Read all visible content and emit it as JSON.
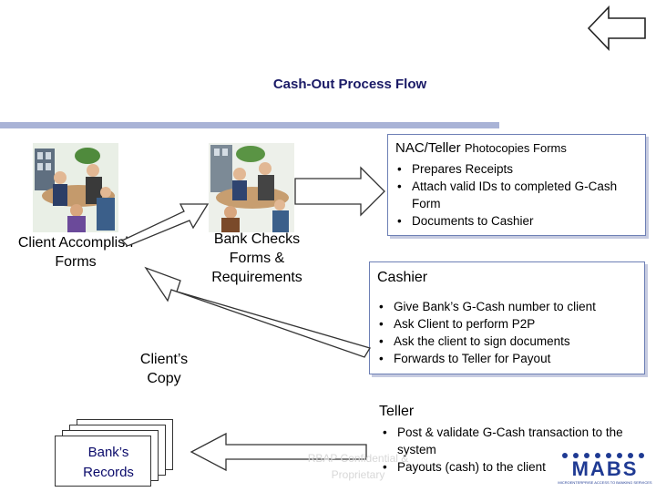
{
  "title": "Cash-Out Process Flow",
  "nac": {
    "heading_main": "NAC/Teller",
    "heading_rest": "Photocopies Forms",
    "bullets": [
      "Prepares Receipts",
      "Attach valid IDs to completed G-Cash Form",
      "Documents to Cashier"
    ]
  },
  "cashier": {
    "heading": "Cashier",
    "bullets": [
      "Give Bank’s G-Cash number to client",
      "Ask Client to perform P2P",
      "Ask the client to sign documents",
      "Forwards to Teller for Payout"
    ]
  },
  "teller": {
    "heading": "Teller",
    "bullets": [
      "Post & validate G-Cash transaction to the system",
      "Payouts (cash) to the client"
    ]
  },
  "labels": {
    "client_accomplish": "Client Accomplish Forms",
    "bank_checks": "Bank Checks Forms & Requirements",
    "clients_copy": "Client’s Copy",
    "banks_records": "Bank’s Records"
  },
  "watermark": "RBAP Confidential & Proprietary",
  "logo": {
    "text": "MABS",
    "tagline": "MICROENTERPRISE ACCESS TO BANKING SERVICES"
  },
  "icons": {
    "nav_back": "back-arrow-icon",
    "meeting": "business-meeting-icon"
  },
  "colors": {
    "title": "#1a1a66",
    "rule": "#a9b3d6",
    "box_border": "#6d7fb5",
    "logo": "#1f3a93"
  }
}
